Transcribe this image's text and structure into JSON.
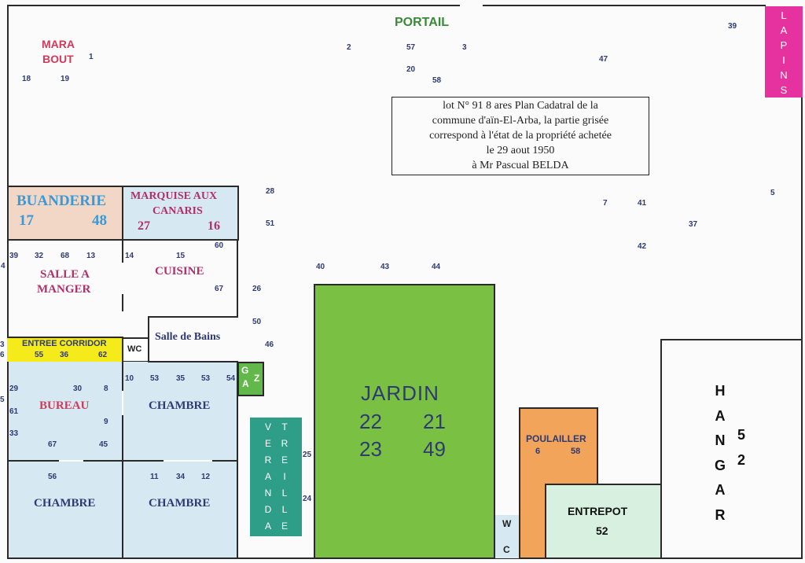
{
  "titles": {
    "portail": "PORTAIL",
    "marabout_1": "MARA",
    "marabout_2": "BOUT",
    "lapins": [
      "L",
      "A",
      "P",
      "I",
      "N",
      "S"
    ]
  },
  "info_box": {
    "lines": [
      "lot N° 91  8 ares Plan Cadatral de la",
      "commune d'aïn-El-Arba, la partie grisée",
      "correspond à l'état de la propriété achetée",
      "le 29 aout 1950",
      "à Mr Pascual BELDA"
    ]
  },
  "rooms": {
    "buanderie": {
      "label": "BUANDERIE",
      "n1": "17",
      "n2": "48"
    },
    "marquise": {
      "line1": "MARQUISE AUX",
      "line2": "CANARIS",
      "n1": "27",
      "n2": "16"
    },
    "salle_manger": {
      "line1": "SALLE A",
      "line2": "MANGER"
    },
    "cuisine": "CUISINE",
    "entree": {
      "label": "ENTREE CORRIDOR",
      "n1": "55",
      "n2": "36",
      "n3": "62"
    },
    "wc": "WC",
    "salle_bains": "Salle de Bains",
    "bureau": "BUREAU",
    "chambre": "CHAMBRE",
    "gaz": [
      "G",
      "A",
      "Z"
    ],
    "veranda": [
      "V",
      "E",
      "R",
      "A",
      "N",
      "D",
      "A"
    ],
    "treille": [
      "T",
      "R",
      "E",
      "I",
      "L",
      "L",
      "E"
    ],
    "jardin": {
      "label": "JARDIN",
      "n1": "22",
      "n2": "21",
      "n3": "23",
      "n4": "49"
    },
    "poulailler": {
      "label": "POULAILLER",
      "n1": "6",
      "n2": "58"
    },
    "wc2": [
      "W",
      "C"
    ],
    "entrepot": {
      "label": "ENTREPOT",
      "n": "52"
    },
    "hangar": [
      "H",
      "A",
      "N",
      "G",
      "A",
      "R"
    ],
    "hangar_num": [
      "5",
      "2"
    ]
  },
  "numbers": {
    "n1": "1",
    "n18": "18",
    "n19": "19",
    "n2": "2",
    "n57": "57",
    "n3": "3",
    "n20": "20",
    "n58": "58",
    "n47": "47",
    "n39a": "39",
    "n28": "28",
    "n51": "51",
    "n7": "7",
    "n41": "41",
    "n5": "5",
    "n37": "37",
    "n42": "42",
    "n60": "60",
    "n40": "40",
    "n43": "43",
    "n44": "44",
    "n39b": "39",
    "n32": "32",
    "n68": "68",
    "n13": "13",
    "n14": "14",
    "n15": "15",
    "n4": "4",
    "n67a": "67",
    "n26": "26",
    "n50": "50",
    "n46": "46",
    "n3b": "3",
    "n6": "6",
    "n10": "10",
    "n53a": "53",
    "n35": "35",
    "n53b": "53",
    "n54": "54",
    "n29": "29",
    "n30": "30",
    "n8": "8",
    "n5b": "5",
    "n61": "61",
    "n9": "9",
    "n33": "33",
    "n67b": "67",
    "n45": "45",
    "n56": "56",
    "n11": "11",
    "n34": "34",
    "n12": "12",
    "n25": "25",
    "n24": "24"
  },
  "colors": {
    "buanderie": "#f2d6c6",
    "marquise": "#d6e8f2",
    "entree": "#f5ea1a",
    "blue_room": "#d6e8f2",
    "gaz": "#62b84a",
    "veranda": "#2e9e88",
    "jardin": "#7ac143",
    "poulailler": "#f2a55a",
    "entrepot": "#d8f0e0",
    "lapins": "#e5329e"
  }
}
